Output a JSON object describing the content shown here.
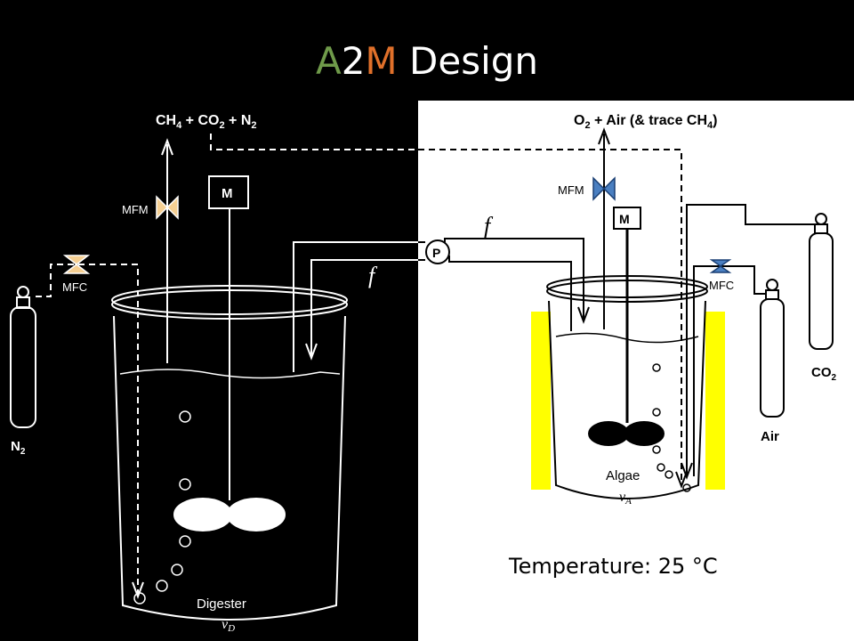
{
  "title": {
    "part1": "A",
    "part2": "2",
    "part3": "M",
    "rest": " Design"
  },
  "colors": {
    "a": "#6f9a4a",
    "two": "#ffffff",
    "m": "#e0702a",
    "heater": "#ffff00",
    "valve_left": "#f5cf92",
    "valve_right": "#4a7fc1"
  },
  "left": {
    "gas_out": {
      "a": "CH",
      "s1": "4",
      "b": " + CO",
      "s2": "2",
      "c": " + N",
      "s3": "2"
    },
    "mfm": "MFM",
    "mfc": "MFC",
    "motor": "M",
    "tank": {
      "n": "N",
      "sub": "2"
    },
    "flow": "f",
    "vessel": "Digester",
    "vol": {
      "v": "v",
      "sub": "D"
    }
  },
  "right": {
    "gas_out": {
      "a": "O",
      "s1": "2",
      "b": " + Air (& trace CH",
      "s2": "4",
      "c": ")"
    },
    "mfm": "MFM",
    "mfc": "MFC",
    "motor": "M",
    "pump": "P",
    "flow": "f",
    "co2": {
      "a": "CO",
      "sub": "2"
    },
    "air": "Air",
    "vessel": "Algae",
    "vol": {
      "v": "v",
      "sub": "A"
    }
  },
  "temperature": "Temperature: 25 °C"
}
